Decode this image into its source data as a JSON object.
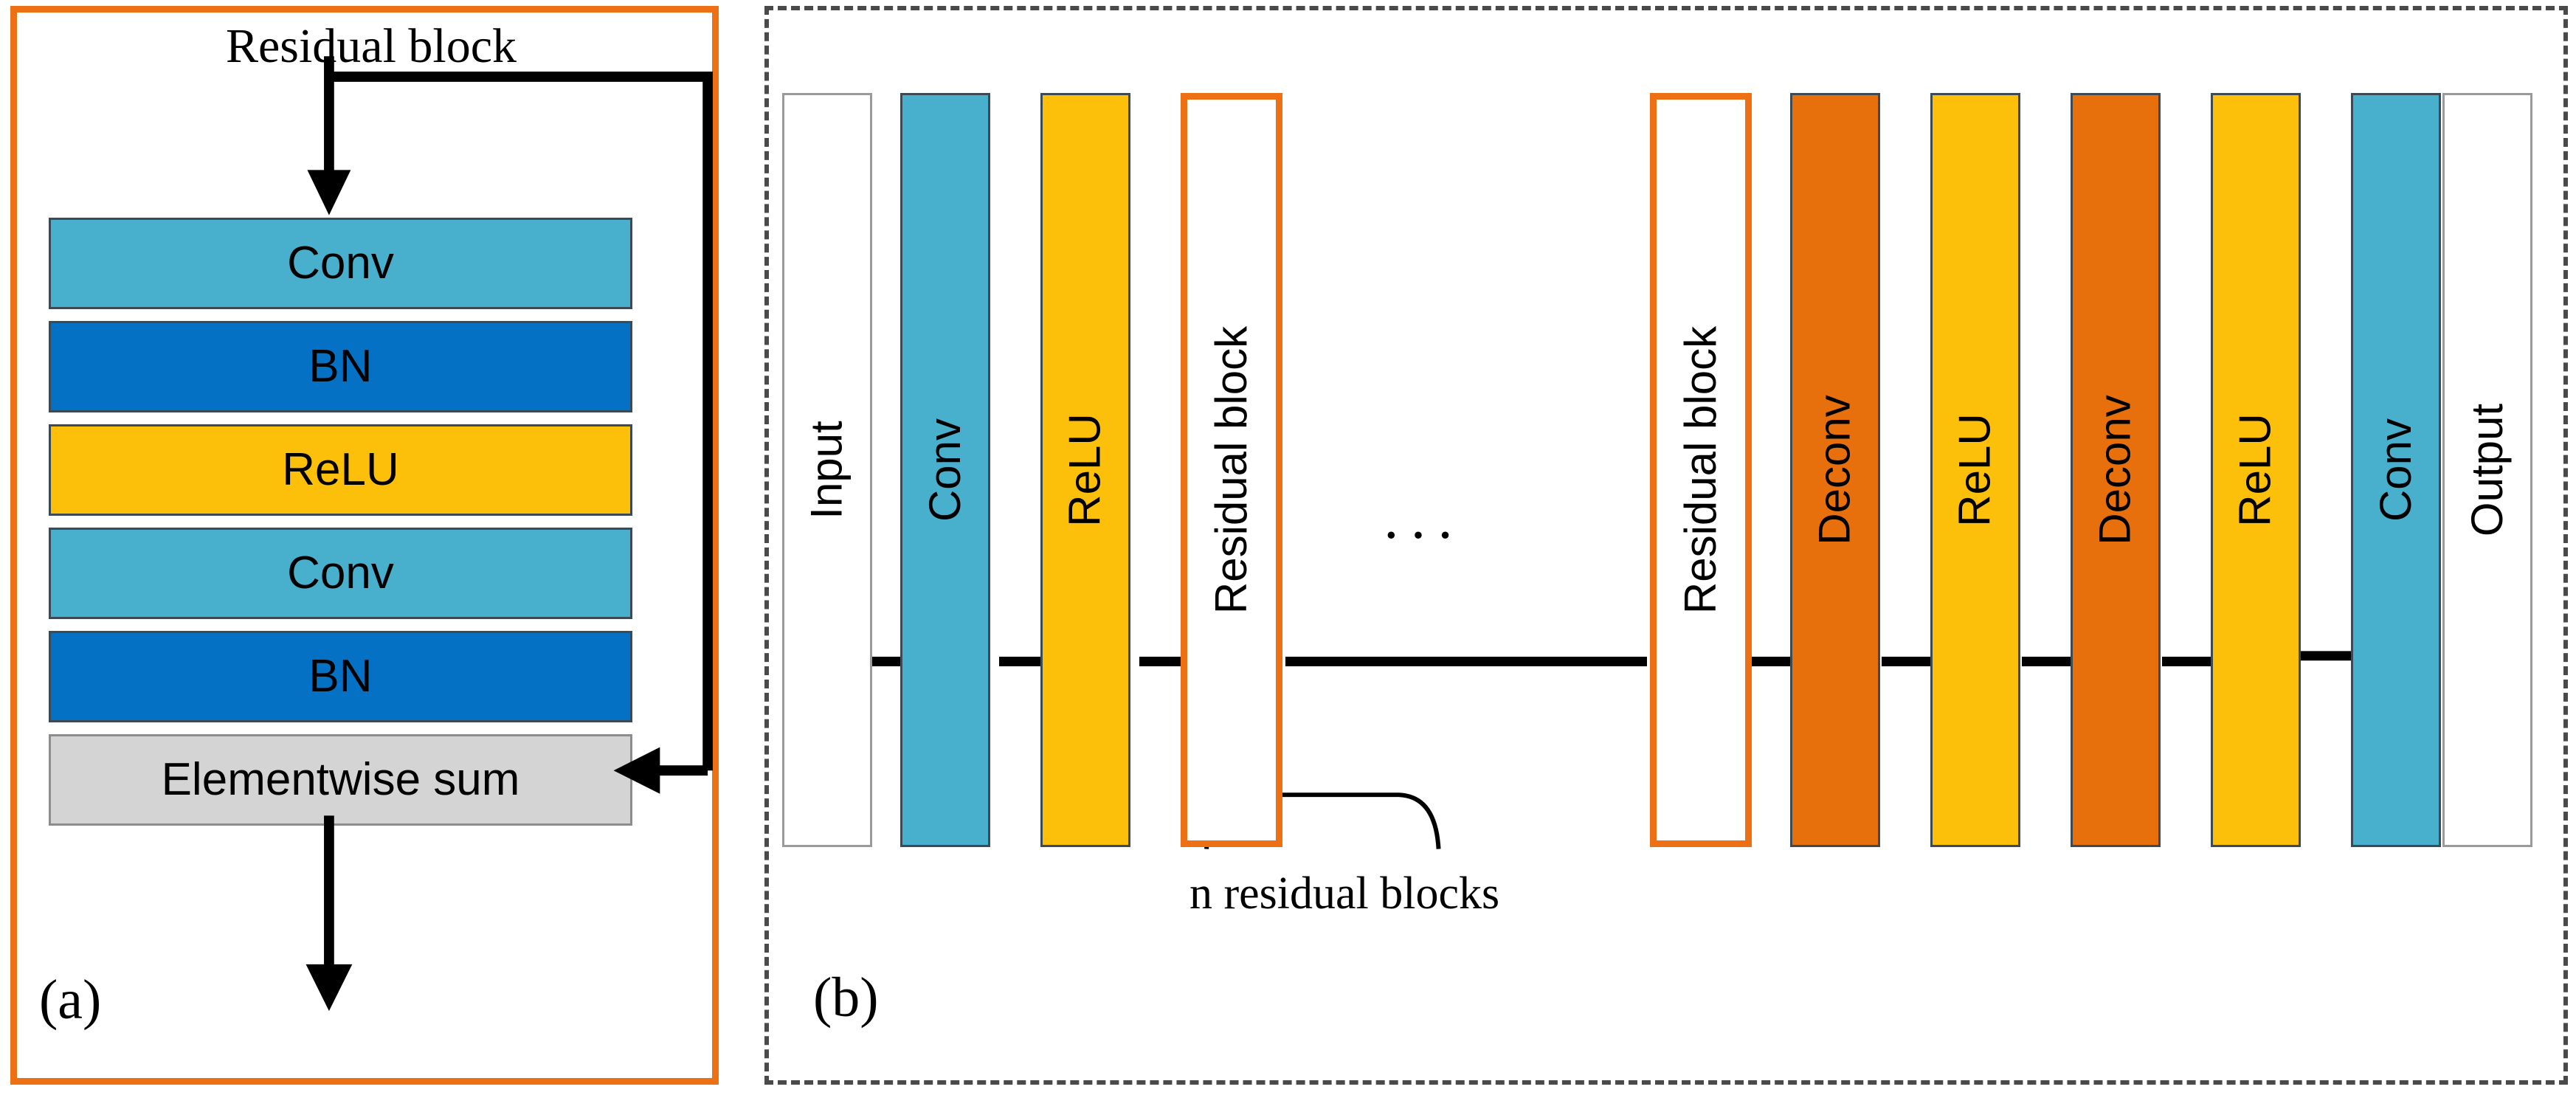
{
  "figure": {
    "panel_a": {
      "caption": "(a)",
      "title": "Residual block",
      "border_color": "#EE7014",
      "blocks": [
        {
          "label": "Conv",
          "color": "#48AFCC",
          "text_color": "#000000"
        },
        {
          "label": "BN",
          "color": "#0571C5",
          "text_color": "#000000"
        },
        {
          "label": "ReLU",
          "color": "#FCC00B",
          "text_color": "#000000"
        },
        {
          "label": "Conv",
          "color": "#48AFCC",
          "text_color": "#000000"
        },
        {
          "label": "BN",
          "color": "#0571C5",
          "text_color": "#000000"
        },
        {
          "label": "Elementwise sum",
          "color": "#D4D4D4",
          "text_color": "#000000"
        }
      ],
      "skip_connection": "identity shortcut from input to elementwise sum"
    },
    "panel_b": {
      "caption": "(b)",
      "border_style": "dashed",
      "border_color": "#4A4A4A",
      "ellipsis": "···",
      "brace_label": "n residual blocks",
      "columns": [
        {
          "label": "Input",
          "color": "#FFFFFF",
          "kind": "plain"
        },
        {
          "label": "Conv",
          "color": "#48AFCC",
          "kind": "fill"
        },
        {
          "label": "ReLU",
          "color": "#FCC00B",
          "kind": "fill"
        },
        {
          "label": "Residual block",
          "color": "#FFFFFF",
          "kind": "resid"
        },
        {
          "label": "Residual block",
          "color": "#FFFFFF",
          "kind": "resid"
        },
        {
          "label": "Deconv",
          "color": "#E8700C",
          "kind": "fill"
        },
        {
          "label": "ReLU",
          "color": "#FCC00B",
          "kind": "fill"
        },
        {
          "label": "Deconv",
          "color": "#E8700C",
          "kind": "fill"
        },
        {
          "label": "ReLU",
          "color": "#FCC00B",
          "kind": "fill"
        },
        {
          "label": "Conv",
          "color": "#48AFCC",
          "kind": "fill"
        },
        {
          "label": "Output",
          "color": "#FFFFFF",
          "kind": "plain"
        }
      ]
    },
    "palette": {
      "conv": "#48AFCC",
      "bn": "#0571C5",
      "relu": "#FCC00B",
      "deconv": "#E8700C",
      "sum": "#D4D4D4",
      "accent_orange": "#EE7014",
      "line": "#000000"
    }
  }
}
